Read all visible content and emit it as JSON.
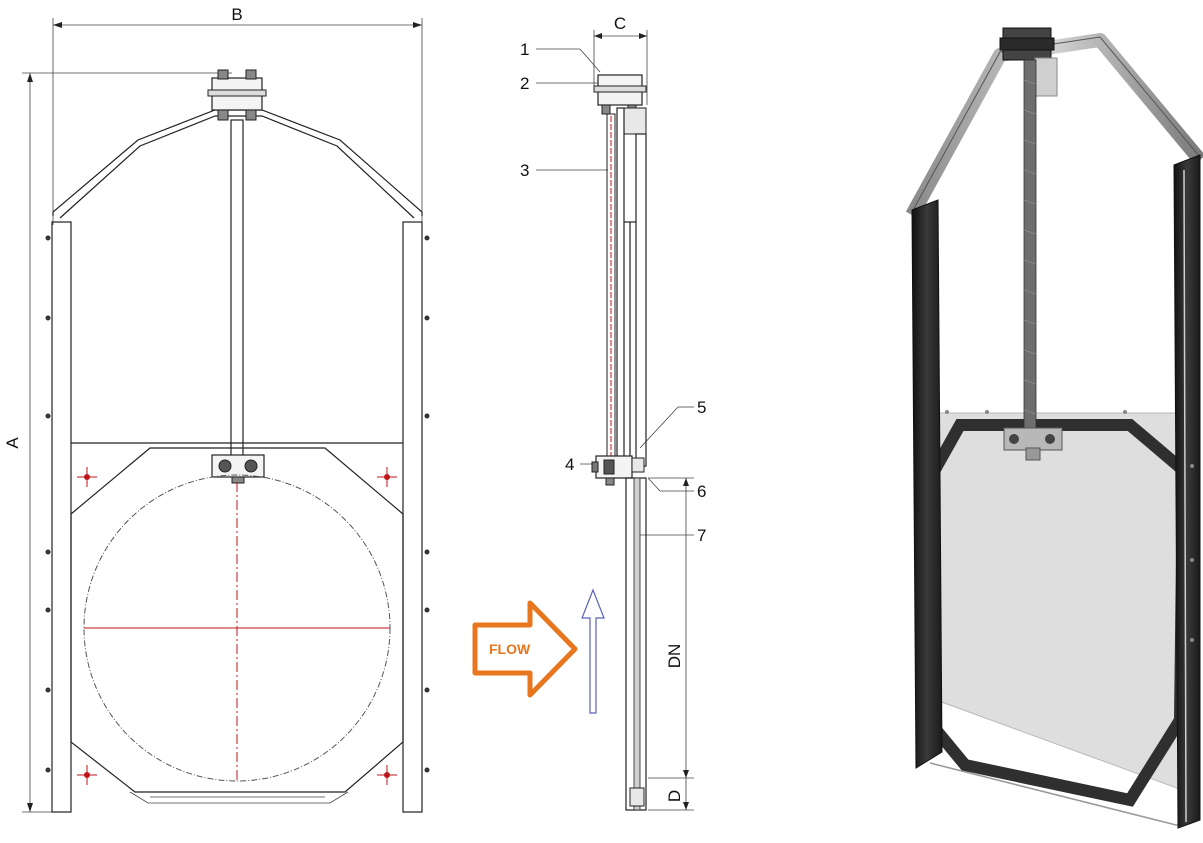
{
  "front_view": {
    "dim_width": "B",
    "dim_height": "A"
  },
  "side_view": {
    "dim_depth": "C",
    "dim_bore": "DN",
    "dim_bottom": "D",
    "callouts": [
      "1",
      "2",
      "3",
      "4",
      "5",
      "6",
      "7"
    ],
    "flow_label": "FLOW"
  },
  "colors": {
    "flow_arrow": "#e8761f",
    "centerline": "#c0141b",
    "direction_arrow": "#5a5fb8",
    "frame_dark": "#2a2a2a",
    "plate": "#dedede"
  }
}
